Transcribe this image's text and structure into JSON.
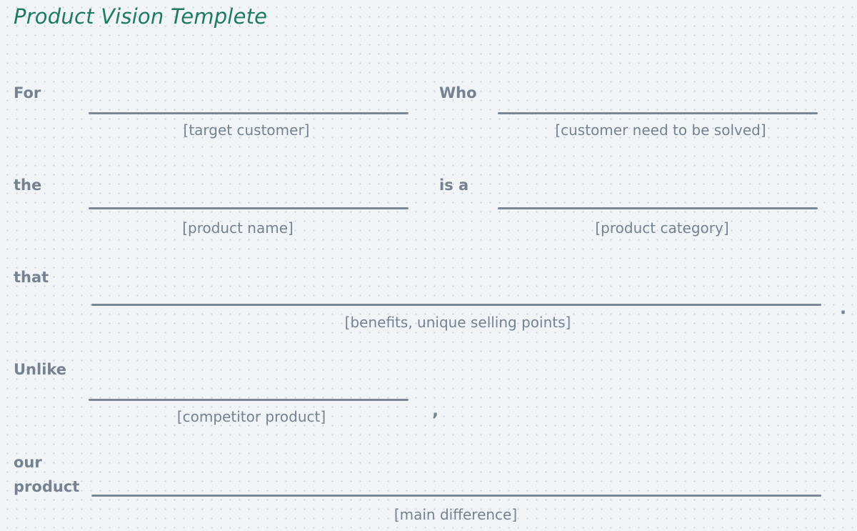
{
  "title": "Product Vision Templete",
  "rows": {
    "for": {
      "label": "For",
      "hint": "[target customer]"
    },
    "who": {
      "label": "Who",
      "hint": "[customer need to be solved]"
    },
    "the": {
      "label": "the",
      "hint": "[product name]"
    },
    "is_a": {
      "label": "is a",
      "hint": "[product category]"
    },
    "that": {
      "label": "that",
      "hint": "[benefits, unique selling points]",
      "end_punct": "."
    },
    "unlike": {
      "label": "Unlike",
      "hint": "[competitor product]",
      "end_punct": ","
    },
    "our_product": {
      "label_line1": "our",
      "label_line2": "product",
      "hint": "[main difference]"
    }
  },
  "colors": {
    "title": "#1f7a64",
    "label": "#76828f",
    "line": "#7a8694",
    "background": "#f1f4f7"
  }
}
